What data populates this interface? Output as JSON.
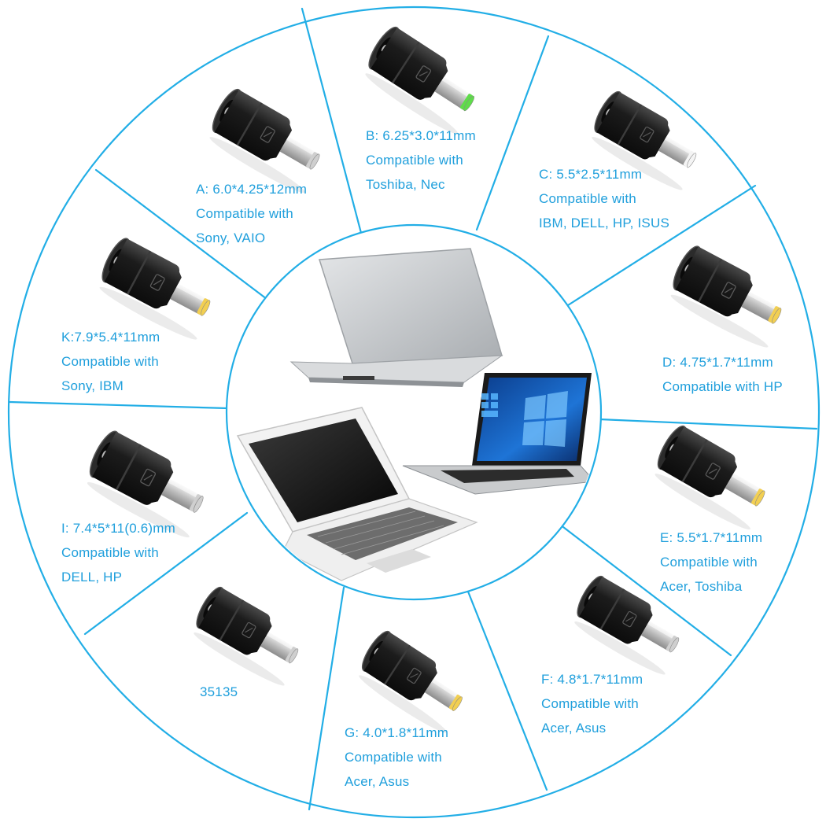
{
  "colors": {
    "accent": "#22aee6",
    "label_text": "#1f9fdc",
    "connector_body": "#1e1e1e",
    "pin_silver": "#cfcfcf",
    "tip_green": "#5fdc4a",
    "tip_yellow": "#f2cf52"
  },
  "center_image": {
    "name": "laptops-photo"
  },
  "segments": [
    {
      "key": "A",
      "lines": [
        "A: 6.0*4.25*12mm",
        "Compatible with",
        "Sony, VAIO"
      ],
      "tip_color": "silver"
    },
    {
      "key": "B",
      "lines": [
        "B: 6.25*3.0*11mm",
        "Compatible with",
        "Toshiba, Nec"
      ],
      "tip_color": "green"
    },
    {
      "key": "C",
      "lines": [
        "C: 5.5*2.5*11mm",
        "Compatible with",
        "IBM, DELL, HP, ISUS"
      ],
      "tip_color": "white"
    },
    {
      "key": "D",
      "lines": [
        "D: 4.75*1.7*11mm",
        "Compatible with HP"
      ],
      "tip_color": "yellow"
    },
    {
      "key": "E",
      "lines": [
        "E: 5.5*1.7*11mm",
        "Compatible with",
        "Acer, Toshiba"
      ],
      "tip_color": "yellow"
    },
    {
      "key": "F",
      "lines": [
        "F: 4.8*1.7*11mm",
        "Compatible with",
        "Acer, Asus"
      ],
      "tip_color": "silver"
    },
    {
      "key": "G",
      "lines": [
        "G: 4.0*1.8*11mm",
        "Compatible with",
        "Acer, Asus"
      ],
      "tip_color": "yellow"
    },
    {
      "key": "35135",
      "lines": [
        "35135"
      ],
      "tip_color": "silver"
    },
    {
      "key": "I",
      "lines": [
        "I: 7.4*5*11(0.6)mm",
        "Compatible with",
        "DELL, HP"
      ],
      "tip_color": "silver"
    },
    {
      "key": "K",
      "lines": [
        "K:7.9*5.4*11mm",
        "Compatible with",
        "Sony, IBM"
      ],
      "tip_color": "yellow"
    }
  ]
}
